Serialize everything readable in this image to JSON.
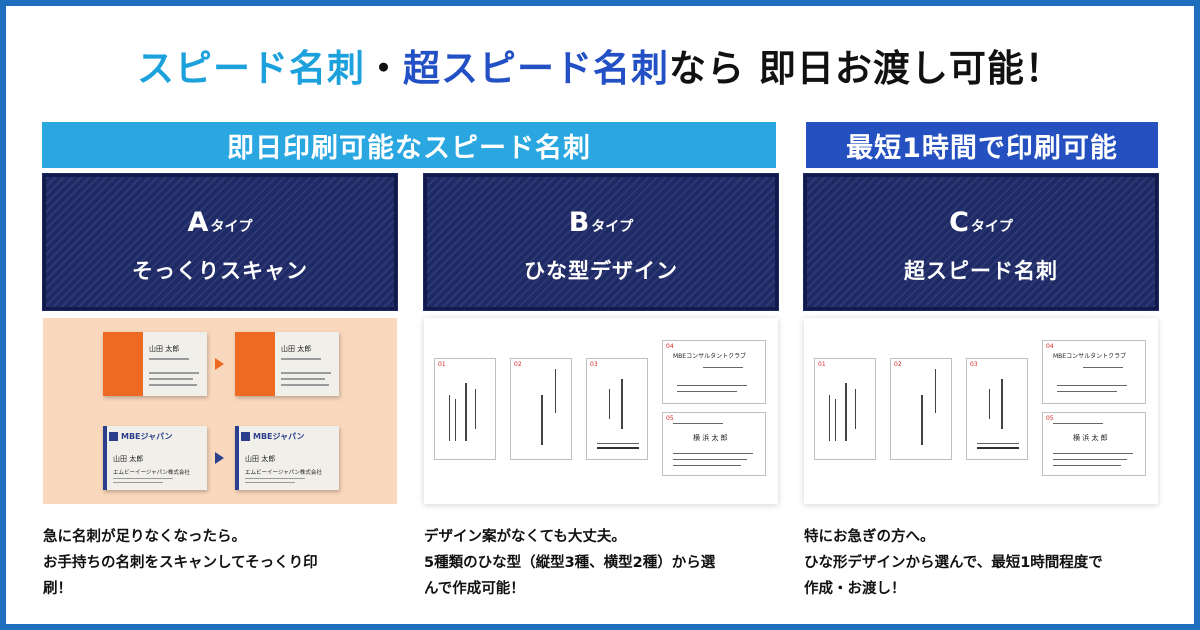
{
  "headline": {
    "part1": "スピード名刺",
    "part2": "・",
    "part3": "超スピード名刺",
    "part4": "なら 即日お渡し可能！"
  },
  "bands": {
    "left": "即日印刷可能なスピード名刺",
    "right": "最短1時間で印刷可能"
  },
  "cards": [
    {
      "type_letter": "A",
      "type_suffix": "タイプ",
      "name": "そっくりスキャン"
    },
    {
      "type_letter": "B",
      "type_suffix": "タイプ",
      "name": "ひな型デザイン"
    },
    {
      "type_letter": "C",
      "type_suffix": "タイプ",
      "name": "超スピード名刺"
    }
  ],
  "photo_a": {
    "orange_name": "山田 太郎",
    "mbe_logo": "MBEジャパン",
    "mbe_name": "山田 太郎",
    "mbe_company": "エムビーイージャパン株式会社"
  },
  "template_labels": {
    "n01": "01",
    "n02": "02",
    "n03": "03",
    "n04": "04",
    "n05": "05",
    "consulting": "MBEコンサルタントクラブ",
    "yoko_name": "横 浜 太 郎"
  },
  "descriptions": [
    {
      "line1": "急に名刺が足りなくなったら。",
      "line2": "お手持ちの名刺をスキャンしてそっくり印",
      "line3": "刷！"
    },
    {
      "line1": "デザイン案がなくても大丈夫。",
      "line2": "5種類のひな型（縦型3種、横型2種）から選",
      "line3": "んで作成可能！"
    },
    {
      "line1": "特にお急ぎの方へ。",
      "line2": "ひな形デザインから選んで、最短1時間程度で",
      "line3": "作成・お渡し！"
    }
  ],
  "colors": {
    "frame": "#1f6fbf",
    "accent_light": "#1ca1dc",
    "accent_dark": "#2350c4",
    "card_navy": "#1e2a66",
    "orange": "#ee6a23"
  }
}
